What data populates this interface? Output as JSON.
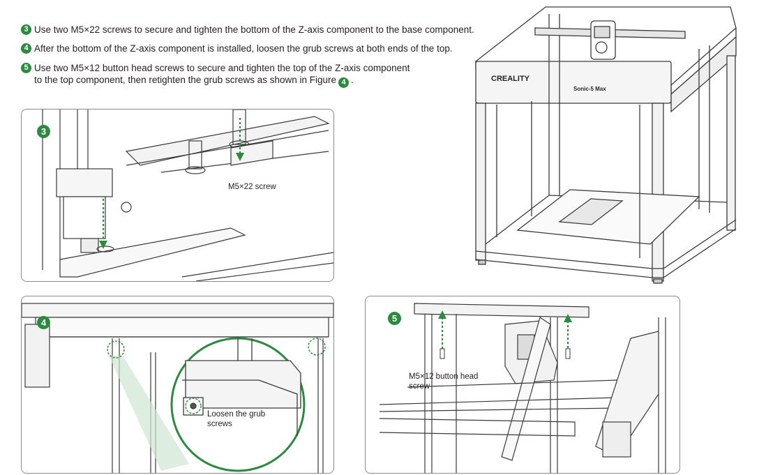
{
  "steps": [
    {
      "num": "3",
      "text": "Use two M5×22 screws to secure and tighten the bottom of the Z-axis component to the base component."
    },
    {
      "num": "4",
      "text": "After the bottom of the Z-axis component is installed, loosen the grub screws at both ends of the top."
    },
    {
      "num": "5",
      "line1": "Use two M5×12 button head screws to secure and tighten the top of the Z-axis component",
      "line2": "to the top component, then retighten the grub screws as shown in Figure",
      "ref": "4",
      "tail": "."
    }
  ],
  "printer": {
    "brand": "CREALITY",
    "model": "Sonic-5 Max"
  },
  "figures": {
    "fig3": {
      "badge": "3",
      "label": "M5×22 screw"
    },
    "fig4": {
      "badge": "4",
      "label_line1": "Loosen the grub",
      "label_line2": "screws"
    },
    "fig5": {
      "badge": "5",
      "label_line1": "M5×12 button head",
      "label_line2": "screw"
    }
  },
  "colors": {
    "accent": "#2a8a3e",
    "line": "#3a3a3a",
    "frame": "#8a8a8a"
  }
}
